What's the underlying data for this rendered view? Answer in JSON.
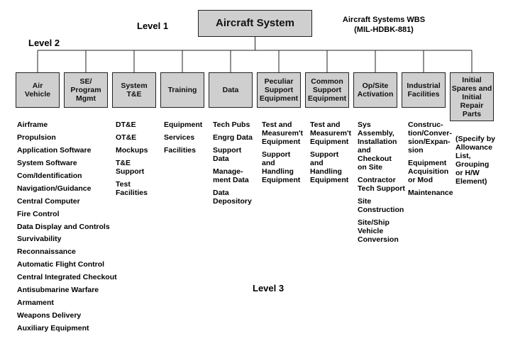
{
  "root": {
    "label": "Aircraft System"
  },
  "levels": {
    "level1": "Level 1",
    "level2": "Level 2",
    "level3": "Level 3"
  },
  "caption": "Aircraft Systems WBS\n(MIL-HDBK-881)",
  "level2_nodes": [
    {
      "label": "Air\nVehicle",
      "children": [
        "Airframe",
        "Propulsion",
        "Application Software",
        "System Software",
        "Com/Identification",
        "Navigation/Guidance",
        "Central Computer",
        "Fire Control",
        "Data Display and Controls",
        "Survivability",
        "Reconnaissance",
        "Automatic Flight Control",
        "Central Integrated Checkout",
        "Antisubmarine Warfare",
        "Armament",
        "Weapons Delivery",
        "Auxiliary Equipment"
      ]
    },
    {
      "label": "SE/\nProgram\nMgmt",
      "children": []
    },
    {
      "label": "System\nT&E",
      "children": [
        "DT&E",
        "OT&E",
        "Mockups",
        "T&E\nSupport",
        "Test\nFacilities"
      ]
    },
    {
      "label": "Training",
      "children": [
        "Equipment",
        "Services",
        "Facilities"
      ]
    },
    {
      "label": "Data",
      "children": [
        "Tech Pubs",
        "Engrg Data",
        "Support\nData",
        "Manage-\nment Data",
        "Data\nDepository"
      ]
    },
    {
      "label": "Peculiar\nSupport\nEquipment",
      "children": [
        "Test and\nMeasurem't\nEquipment",
        "Support\nand\nHandling\nEquipment"
      ]
    },
    {
      "label": "Common\nSupport\nEquipment",
      "children": [
        "Test and\nMeasurem't\nEquipment",
        "Support\nand\nHandling\nEquipment"
      ]
    },
    {
      "label": "Op/Site\nActivation",
      "children": [
        "Sys\nAssembly,\nInstallation\nand\nCheckout\non Site",
        "Contractor\nTech Support",
        "Site\nConstruction",
        "Site/Ship\nVehicle\nConversion"
      ]
    },
    {
      "label": "Industrial\nFacilities",
      "children": [
        "Construc-\ntion/Conver-\nsion/Expan-\nsion",
        "Equipment\nAcquisition\nor Mod",
        "Maintenance"
      ]
    },
    {
      "label": "Initial\nSpares and\nInitial\nRepair\nParts",
      "children": [
        "(Specify by\nAllowance\nList,\nGrouping\nor H/W\nElement)"
      ]
    }
  ]
}
